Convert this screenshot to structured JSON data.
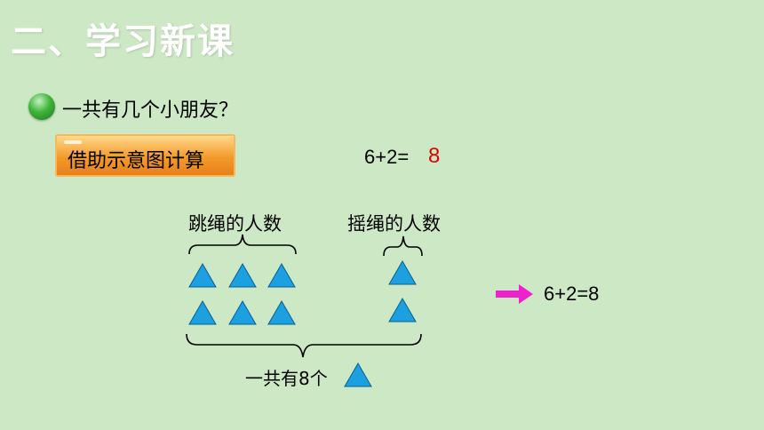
{
  "slide": {
    "title": "二、学习新课",
    "question": "一共有几个小朋友？",
    "method_label": "借助示意图计算",
    "equation": "6+2=",
    "answer": "8",
    "answer_color": "#e00000",
    "jump_label": "跳绳的人数",
    "swing_label": "摇绳的人数",
    "total_label": "一共有8个",
    "result": "6+2=8",
    "arrow_color": "#ee22cc",
    "triangle_color": "#1da0e0"
  }
}
